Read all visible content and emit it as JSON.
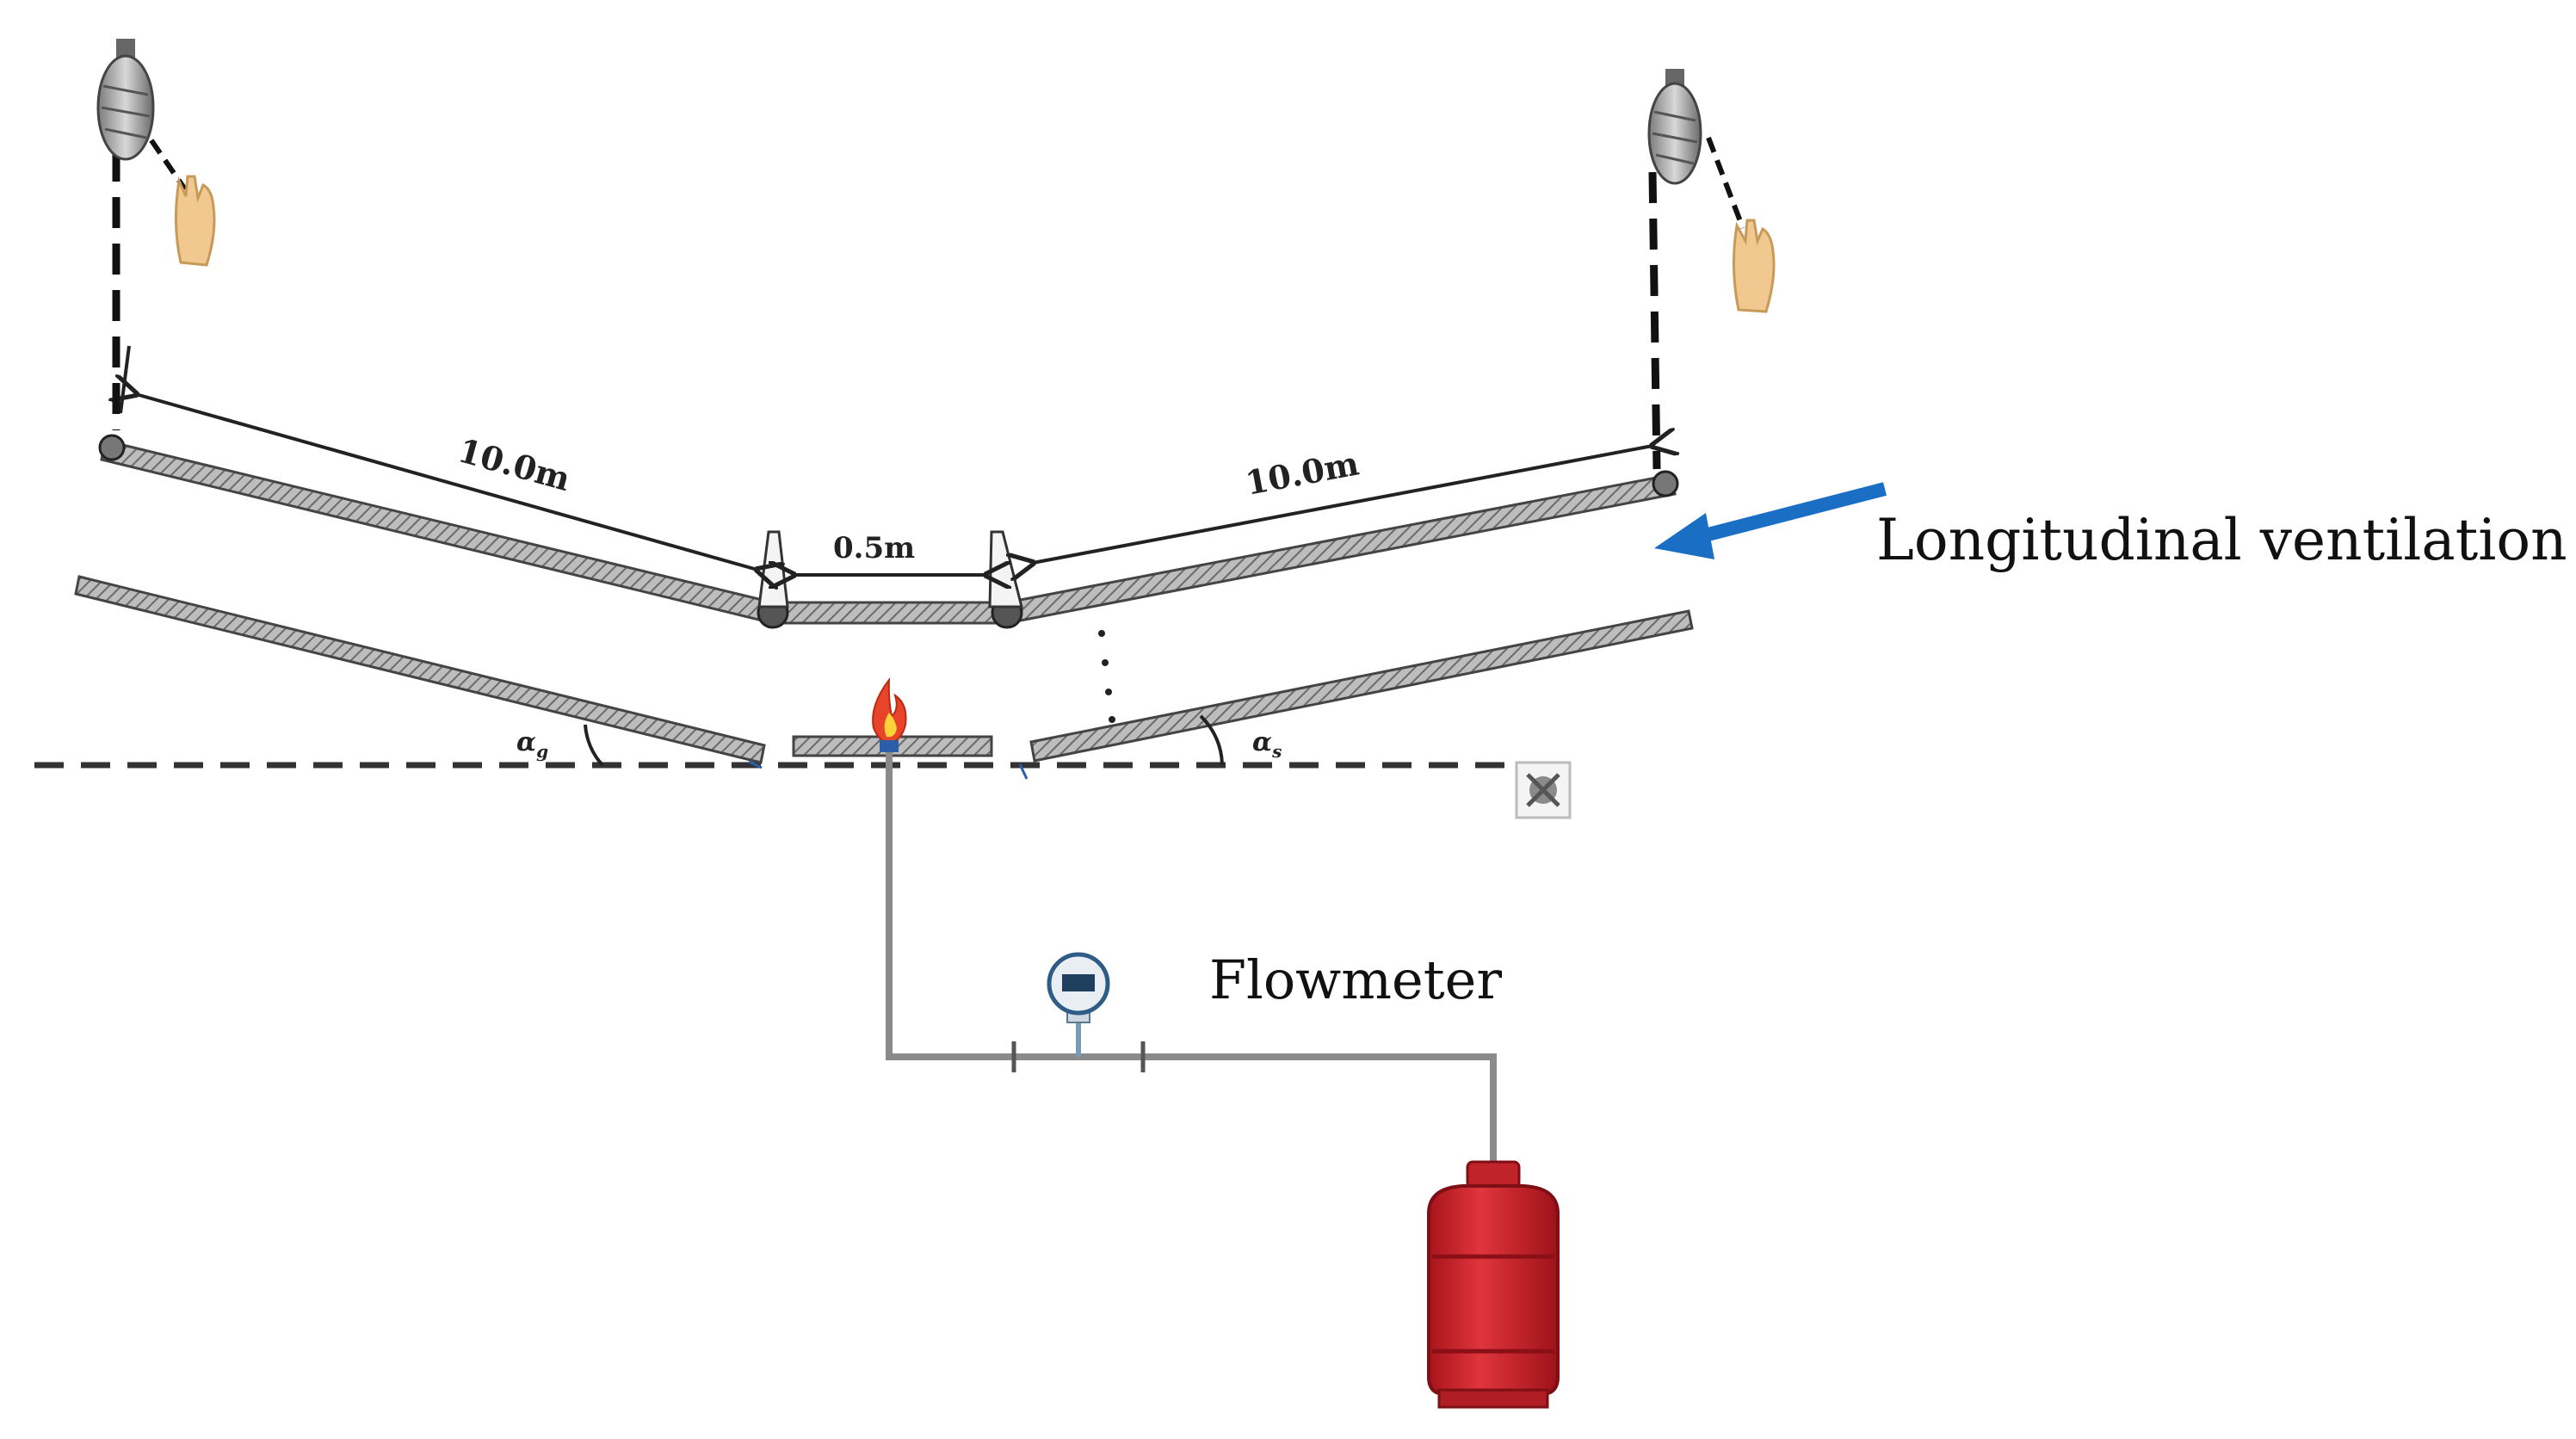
{
  "labels": {
    "length_left": "10.0m",
    "length_right": "10.0m",
    "gap": "0.5m",
    "angle_left": "α",
    "angle_left_sub": "g",
    "angle_right": "α",
    "angle_right_sub": "s",
    "ventilation": "Longitudinal ventilation",
    "flowmeter": "Flowmeter"
  },
  "colors": {
    "ventilation_arrow": "#1a6fc4",
    "gas_cylinder": "#d3222a",
    "flame": "#e8442a",
    "pipe": "#8a8a8a"
  },
  "icons": [
    "pulley-icon",
    "hand-icon",
    "flame-icon",
    "flowmeter-icon",
    "gas-cylinder-icon",
    "fan-icon"
  ]
}
